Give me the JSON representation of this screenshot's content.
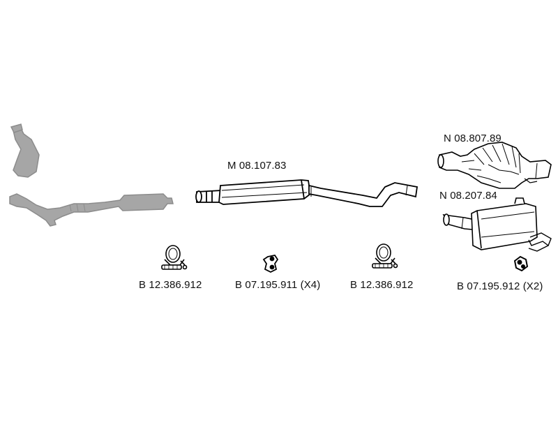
{
  "parts": {
    "middle_silencer": {
      "code": "M 08.107.83"
    },
    "rear_silencer_upper": {
      "code": "N 08.807.89"
    },
    "rear_silencer_lower": {
      "code": "N 08.207.84"
    },
    "clamp_left": {
      "code": "B 12.386.912"
    },
    "rubber_mount": {
      "code": "B 07.195.911 (X4)"
    },
    "clamp_right": {
      "code": "B 12.386.912"
    },
    "rear_hanger": {
      "code": "B 07.195.912 (X2)"
    }
  },
  "colors": {
    "line": "#000000",
    "greyed_part": "#a6a6a6",
    "greyed_outline": "#8c8c8c",
    "part_fill": "#ffffff"
  },
  "icons": [
    "catalytic-converter-icon",
    "front-pipe-icon",
    "middle-silencer-icon",
    "rear-silencer-icon",
    "clamp-icon",
    "rubber-mount-icon",
    "hanger-icon"
  ]
}
